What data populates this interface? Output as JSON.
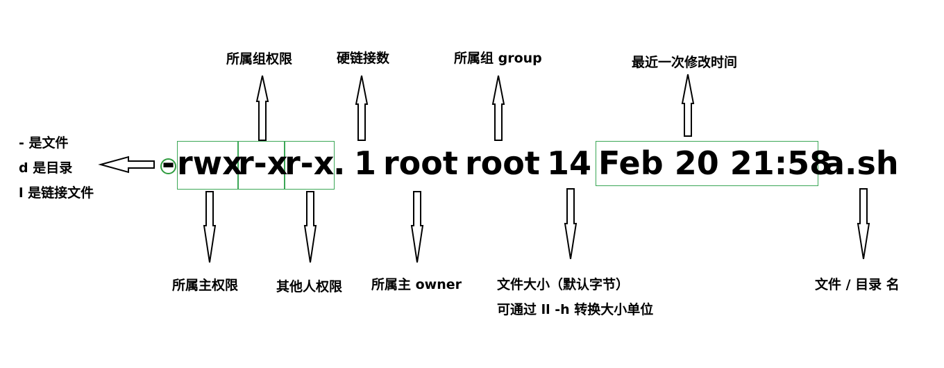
{
  "left_legend": {
    "line1": "-  是文件",
    "line2": "d 是目录",
    "line3": "l  是链接文件"
  },
  "listing": {
    "type_char": "-",
    "owner_perm": "rwx",
    "group_perm": "r-x",
    "other_perm": "r-x",
    "dot": ".",
    "links": "1",
    "owner": "root",
    "group": "root",
    "size": "14",
    "datetime": "Feb 20 21:58",
    "name": "a.sh"
  },
  "top_labels": {
    "group_perm": "所属组权限",
    "links": "硬链接数",
    "group": "所属组 group",
    "mtime": "最近一次修改时间"
  },
  "bottom_labels": {
    "owner_perm": "所属主权限",
    "other_perm": "其他人权限",
    "owner": "所属主 owner",
    "size_line1": "文件大小（默认字节）",
    "size_line2": "可通过 ll -h 转换大小单位",
    "name": "文件 / 目录 名"
  },
  "colors": {
    "box_border": "#3aa655",
    "circle": "#2e9b3e"
  }
}
